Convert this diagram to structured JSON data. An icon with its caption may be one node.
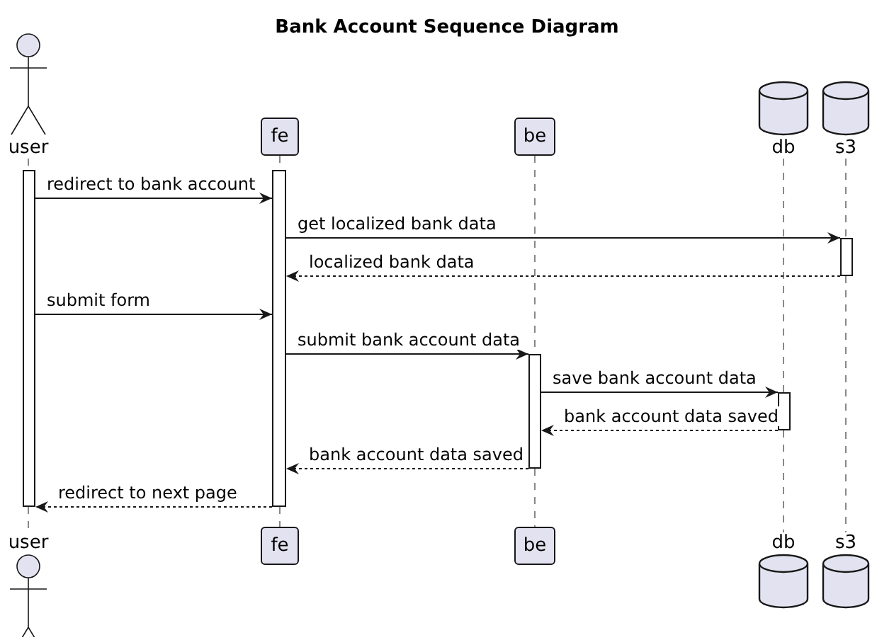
{
  "diagram": {
    "title": "Bank Account Sequence Diagram",
    "nodes": [
      {
        "text": [
          "user"
        ]
      },
      {
        "text": [
          "fe"
        ]
      },
      {
        "text": [
          "be"
        ]
      },
      {
        "text": [
          "db"
        ]
      },
      {
        "text": [
          "s3"
        ]
      },
      {
        "text": [],
        "shape": "bar"
      },
      {
        "text": [],
        "shape": "bar"
      },
      {
        "text": [],
        "shape": "bar"
      },
      {
        "text": [],
        "shape": "bar"
      },
      {
        "text": [],
        "shape": "bar"
      },
      {
        "text": [
          "user"
        ]
      },
      {
        "text": [
          "fe"
        ]
      },
      {
        "text": [
          "be"
        ]
      },
      {
        "text": [
          "db"
        ]
      },
      {
        "text": [
          "s3"
        ]
      }
    ],
    "edges": [
      {
        "from": 0,
        "to": 5,
        "arrow": "none",
        "style": "dashed"
      },
      {
        "from": 5,
        "to": 10,
        "arrow": "none",
        "style": "dashed"
      },
      {
        "from": 1,
        "to": 6,
        "arrow": "none",
        "style": "dashed"
      },
      {
        "from": 6,
        "to": 11,
        "arrow": "none",
        "style": "dashed"
      },
      {
        "from": 2,
        "to": 7,
        "arrow": "none",
        "style": "dashed"
      },
      {
        "from": 7,
        "to": 12,
        "arrow": "none",
        "style": "dashed"
      },
      {
        "from": 3,
        "to": 8,
        "arrow": "none",
        "style": "dashed"
      },
      {
        "from": 8,
        "to": 13,
        "arrow": "none",
        "style": "dashed"
      },
      {
        "from": 4,
        "to": 9,
        "arrow": "none",
        "style": "dashed"
      },
      {
        "from": 9,
        "to": 14,
        "arrow": "none",
        "style": "dashed"
      },
      {
        "from": 5,
        "to": 6,
        "arrow": "to",
        "label": "redirect to bank account",
        "color": "#181818"
      },
      {
        "from": 6,
        "to": 9,
        "arrow": "to",
        "label": "get localized bank data",
        "color": "#181818"
      },
      {
        "from": 9,
        "to": 6,
        "arrow": "to",
        "label": "localized bank data",
        "style": "dashed",
        "color": "#181818"
      },
      {
        "from": 5,
        "to": 6,
        "arrow": "to",
        "label": "submit form",
        "color": "#181818"
      },
      {
        "from": 6,
        "to": 7,
        "arrow": "to",
        "label": "submit bank account data",
        "color": "#181818"
      },
      {
        "from": 7,
        "to": 8,
        "arrow": "to",
        "label": "save bank account data",
        "color": "#181818"
      },
      {
        "from": 8,
        "to": 7,
        "arrow": "to",
        "label": "bank account data saved",
        "style": "dashed",
        "color": "#181818"
      },
      {
        "from": 7,
        "to": 6,
        "arrow": "to",
        "label": "bank account data saved",
        "style": "dashed",
        "color": "#181818"
      },
      {
        "from": 6,
        "to": 5,
        "arrow": "to",
        "label": "redirect to next page",
        "style": "dashed",
        "color": "#181818"
      }
    ]
  }
}
